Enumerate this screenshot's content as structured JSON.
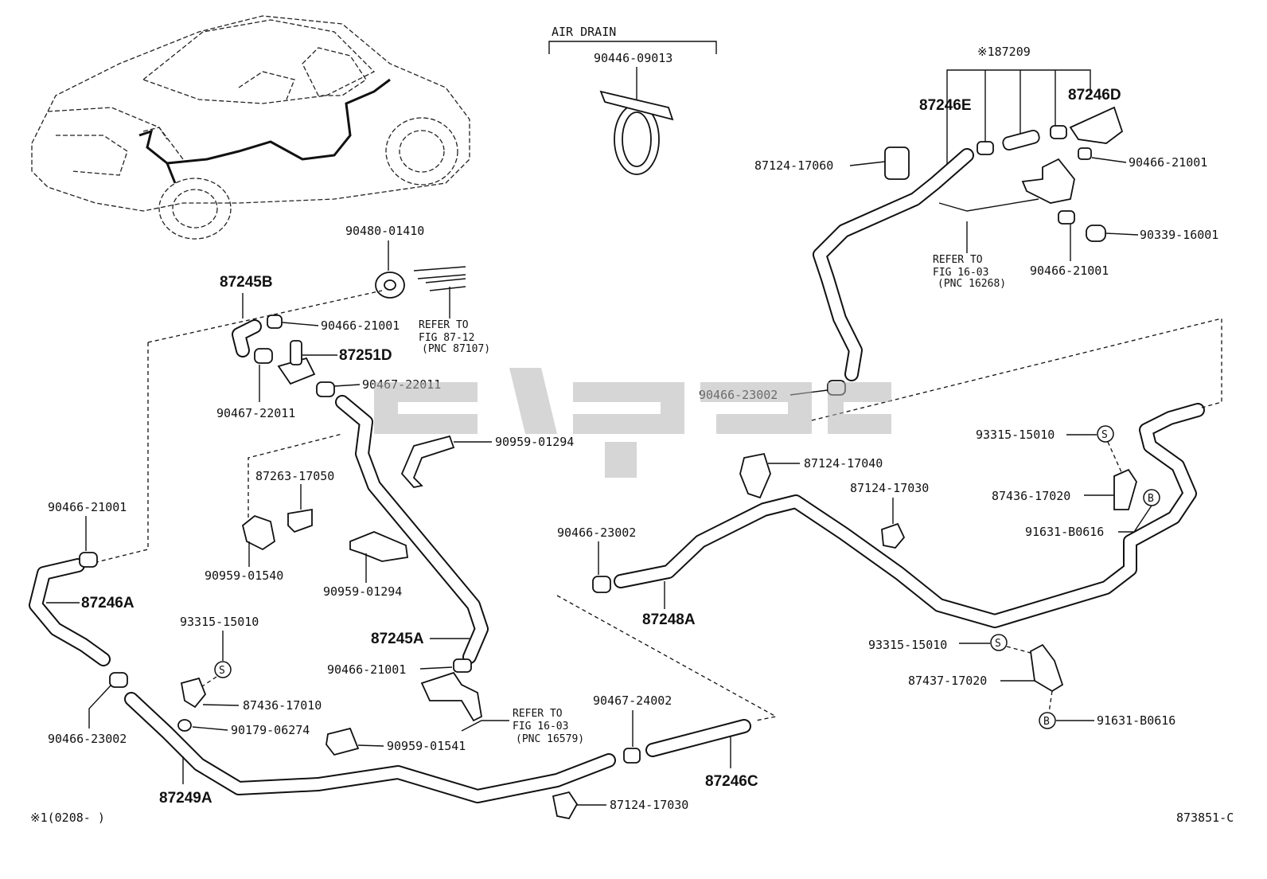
{
  "labels": {
    "air_drain": "AIR DRAIN",
    "p_90446_09013": "90446-09013",
    "p_187209": "※187209",
    "p_87246E": "87246E",
    "p_87246D": "87246D",
    "p_87124_17060": "87124-17060",
    "p_90466_21001_a": "90466-21001",
    "p_90339_16001": "90339-16001",
    "p_90466_21001_b": "90466-21001",
    "ref_16_03_a_1": "REFER TO",
    "ref_16_03_a_2": "FIG 16-03",
    "ref_16_03_a_3": "(PNC 16268)",
    "p_90480_01410": "90480-01410",
    "p_87245B": "87245B",
    "p_90466_21001_c": "90466-21001",
    "ref_87_12_1": "REFER TO",
    "ref_87_12_2": "FIG 87-12",
    "ref_87_12_3": "(PNC 87107)",
    "p_87251D": "87251D",
    "p_90467_22011_a": "90467-22011",
    "p_90467_22011_b": "90467-22011",
    "p_90466_23002_a": "90466-23002",
    "p_90959_01294_a": "90959-01294",
    "p_87263_17050": "87263-17050",
    "p_90466_21001_d": "90466-21001",
    "p_93315_15010_a": "93315-15010",
    "p_87124_17040": "87124-17040",
    "p_87124_17030_a": "87124-17030",
    "p_87436_17020": "87436-17020",
    "p_91631_B0616_a": "91631-B0616",
    "p_90959_01540": "90959-01540",
    "p_90959_01294_b": "90959-01294",
    "p_90466_23002_b": "90466-23002",
    "p_87246A": "87246A",
    "p_87248A": "87248A",
    "p_93315_15010_b": "93315-15010",
    "p_87245A": "87245A",
    "p_90466_21001_e": "90466-21001",
    "p_93315_15010_c": "93315-15010",
    "p_87437_17020": "87437-17020",
    "p_87436_17010": "87436-17010",
    "p_91631_B0616_b": "91631-B0616",
    "p_90467_24002": "90467-24002",
    "ref_16_03_b_1": "REFER TO",
    "ref_16_03_b_2": "FIG 16-03",
    "ref_16_03_b_3": "(PNC 16579)",
    "p_90179_06274": "90179-06274",
    "p_90959_01541": "90959-01541",
    "p_90466_23002_c": "90466-23002",
    "p_87246C": "87246C",
    "p_87249A": "87249A",
    "p_87124_17030_b": "87124-17030",
    "footnote": "※1(0208-      )",
    "fig_code": "873851-C",
    "mark_s": "S",
    "mark_b": "B"
  },
  "colors": {
    "line": "#111111",
    "watermark": "#b5b5b5",
    "background": "#ffffff"
  }
}
